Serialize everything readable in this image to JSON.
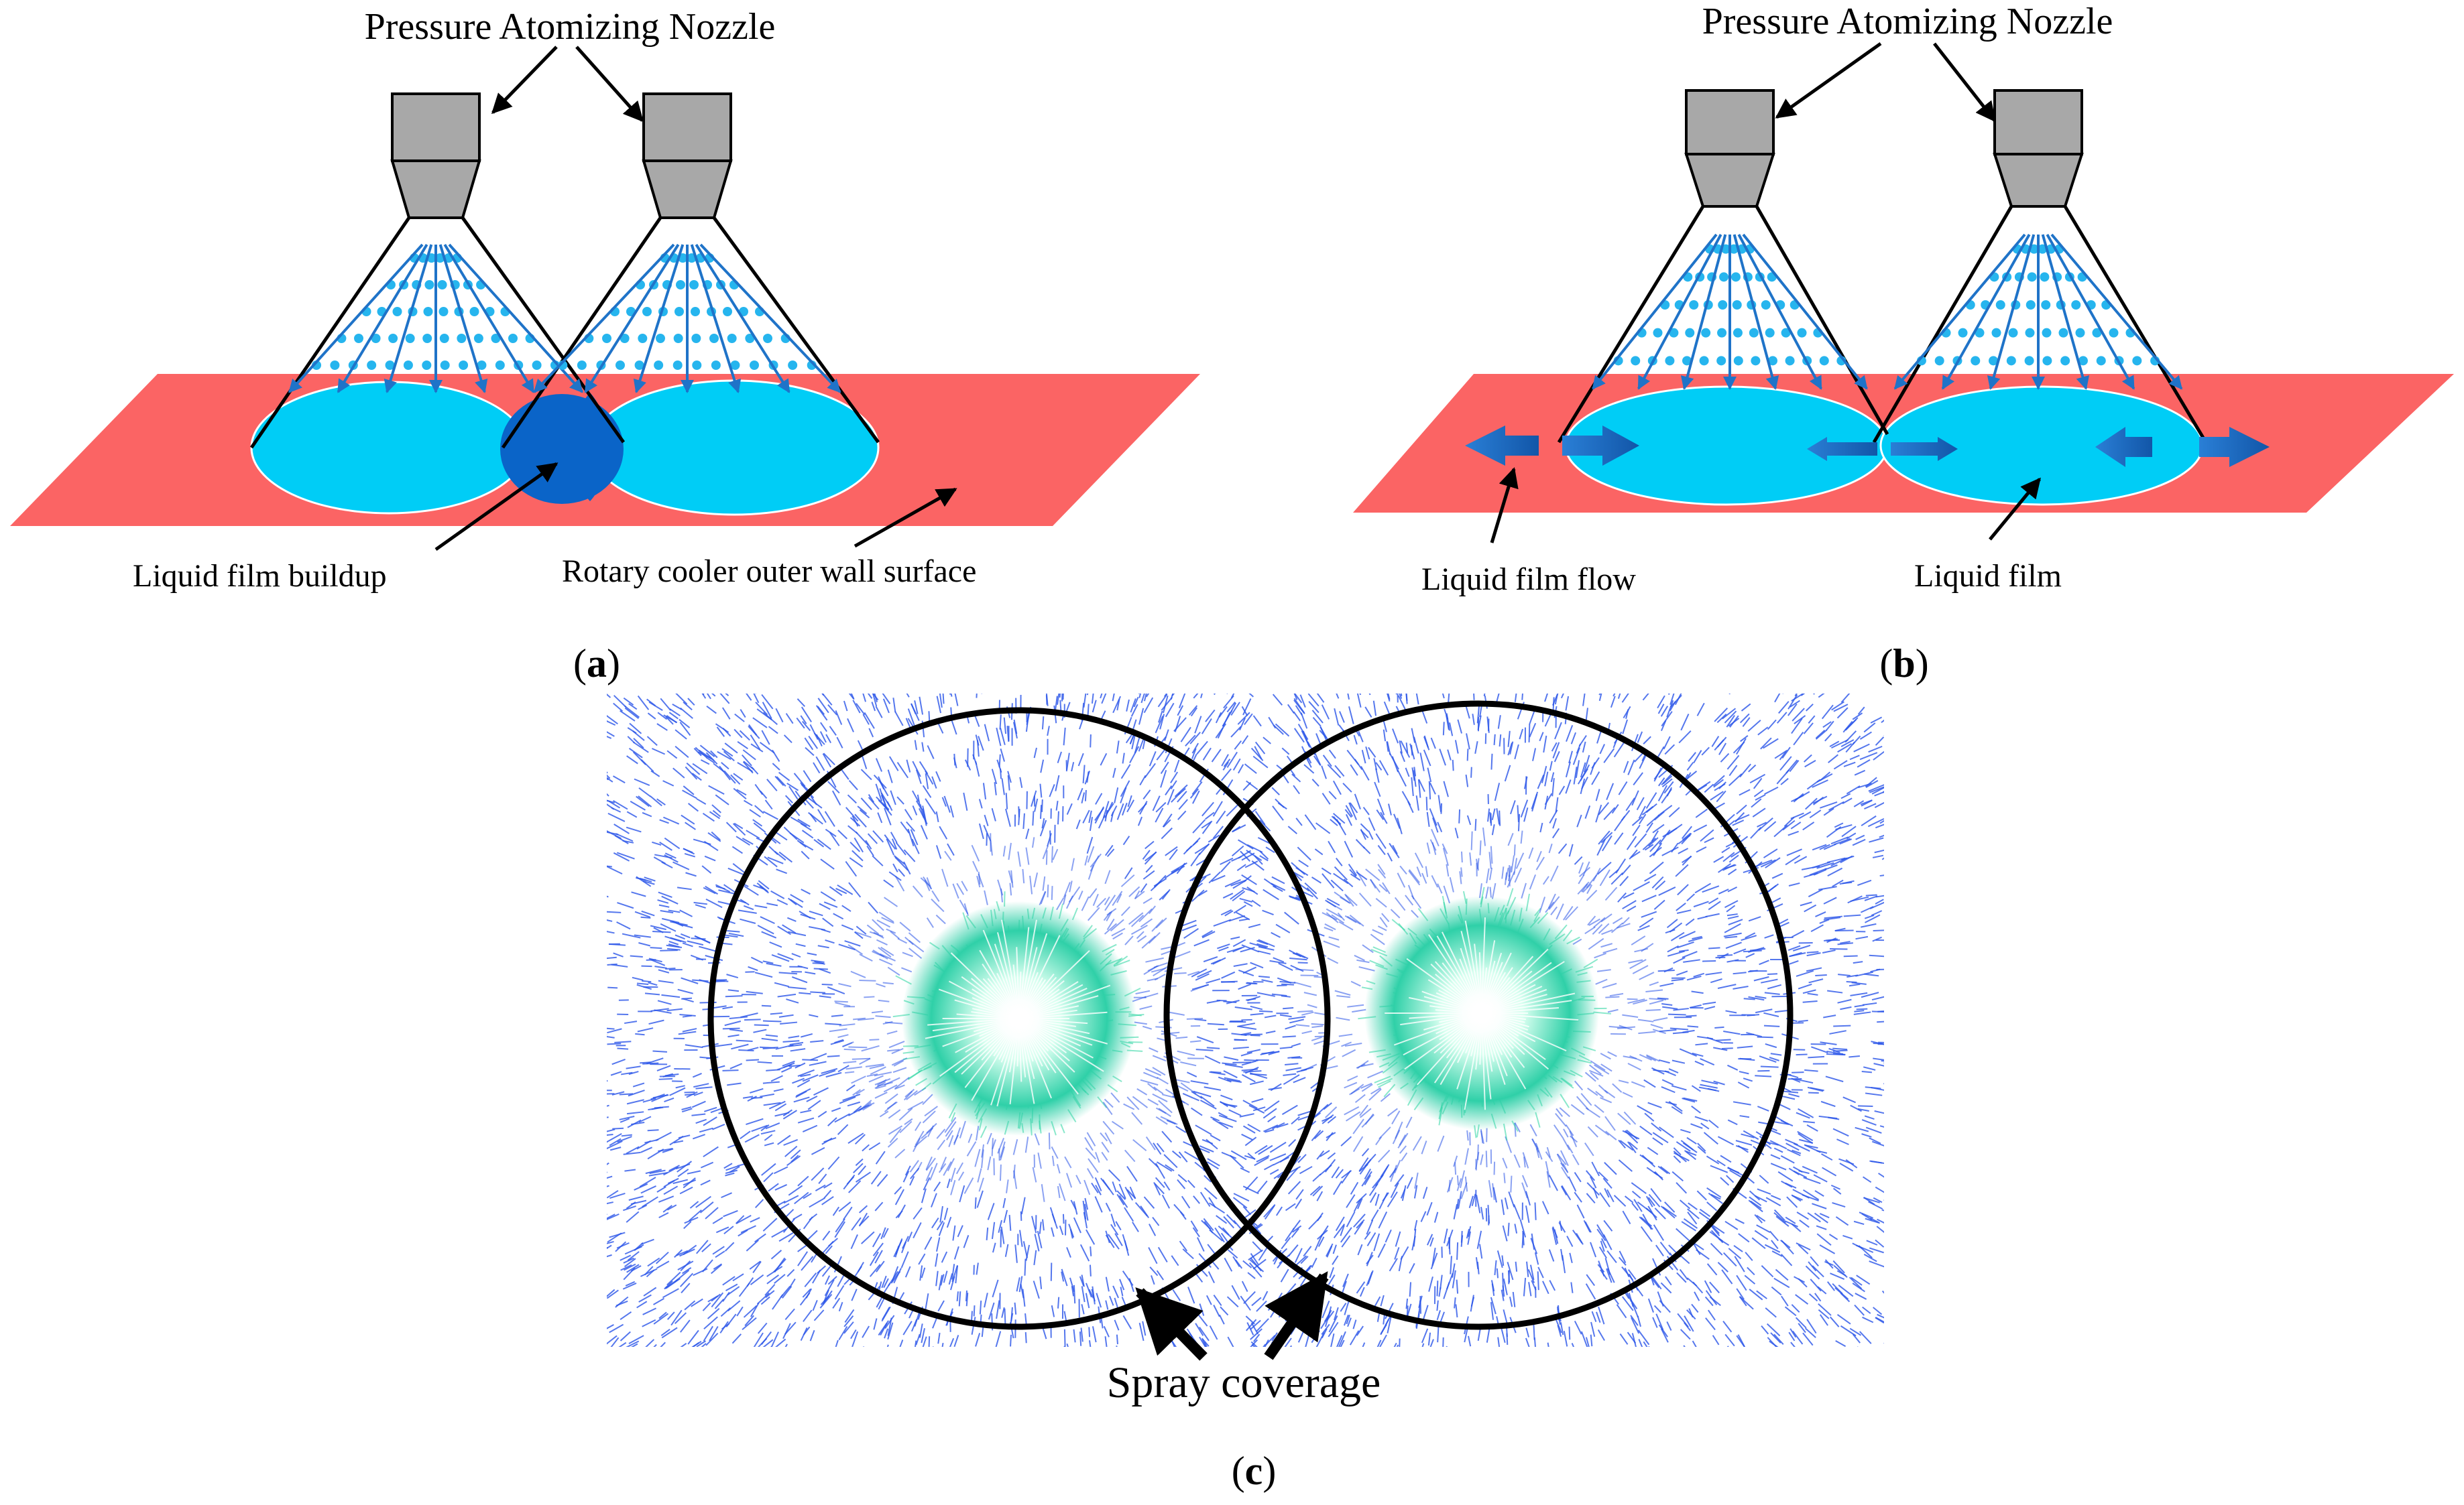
{
  "panels": {
    "a": {
      "caption_open": "(",
      "caption_letter": "a",
      "caption_close": ")",
      "nozzle_label": "Pressure Atomizing Nozzle",
      "buildup_label": "Liquid film buildup",
      "wall_label": "Rotary cooler outer wall surface"
    },
    "b": {
      "caption_open": "(",
      "caption_letter": "b",
      "caption_close": ")",
      "nozzle_label": "Pressure Atomizing Nozzle",
      "flow_label": "Liquid film flow",
      "film_label": "Liquid film"
    },
    "c": {
      "caption_open": "(",
      "caption_letter": "c",
      "caption_close": ")",
      "coverage_label": "Spray coverage"
    }
  },
  "colors": {
    "surface": "#fb6464",
    "film": "#00cdf6",
    "film_dark": "#0a64c8",
    "droplet": "#26b5ee",
    "arrow": "#1f73c8",
    "nozzle_body": "#a8a8a8",
    "vector_blue": "#2b55e8",
    "vector_green": "#2ad5a0"
  }
}
